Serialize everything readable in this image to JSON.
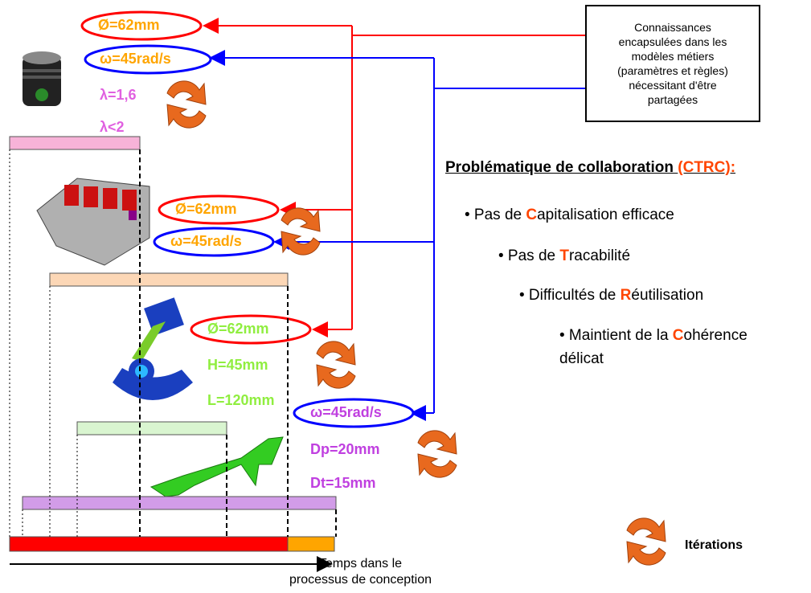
{
  "box_text": "Connaissances\nencapsulées dans les\nmodèles métiers\n(paramètres et règles)\nnécessitant d'être\npartagées",
  "title_prefix": "Problématique de collaboration ",
  "title_accent": "(CTRC):",
  "bullets": [
    {
      "pre": "• Pas de ",
      "cap": "C",
      "post": "apitalisation efficace"
    },
    {
      "pre": "• Pas de ",
      "cap": "T",
      "post": "racabilité"
    },
    {
      "pre": "• Difficultés de ",
      "cap": "R",
      "post": "éutilisation"
    },
    {
      "pre": "• Maintient de la ",
      "cap": "C",
      "post": "ohérence"
    }
  ],
  "bullet4_line2": "délicat",
  "params": {
    "d1": "Ø=62mm",
    "w1": "ω=45rad/s",
    "lambda1": "λ=1,6",
    "lambda2": "λ<2",
    "d2": "Ø=62mm",
    "w2": "ω=45rad/s",
    "d3": "Ø=62mm",
    "h": "H=45mm",
    "l": "L=120mm",
    "w3": "ω=45rad/s",
    "dp": "Dp=20mm",
    "dt": "Dt=15mm"
  },
  "time_label": "Temps dans le\nprocessus de conception",
  "legend_label": "Itérations",
  "colors": {
    "red": "#ff0000",
    "blue": "#0000ff",
    "iteration": "#e8691e",
    "pink_label": "#e060e0",
    "orange_label": "#ffa500",
    "green_label": "#90ee40",
    "purple_label": "#c040e0"
  }
}
